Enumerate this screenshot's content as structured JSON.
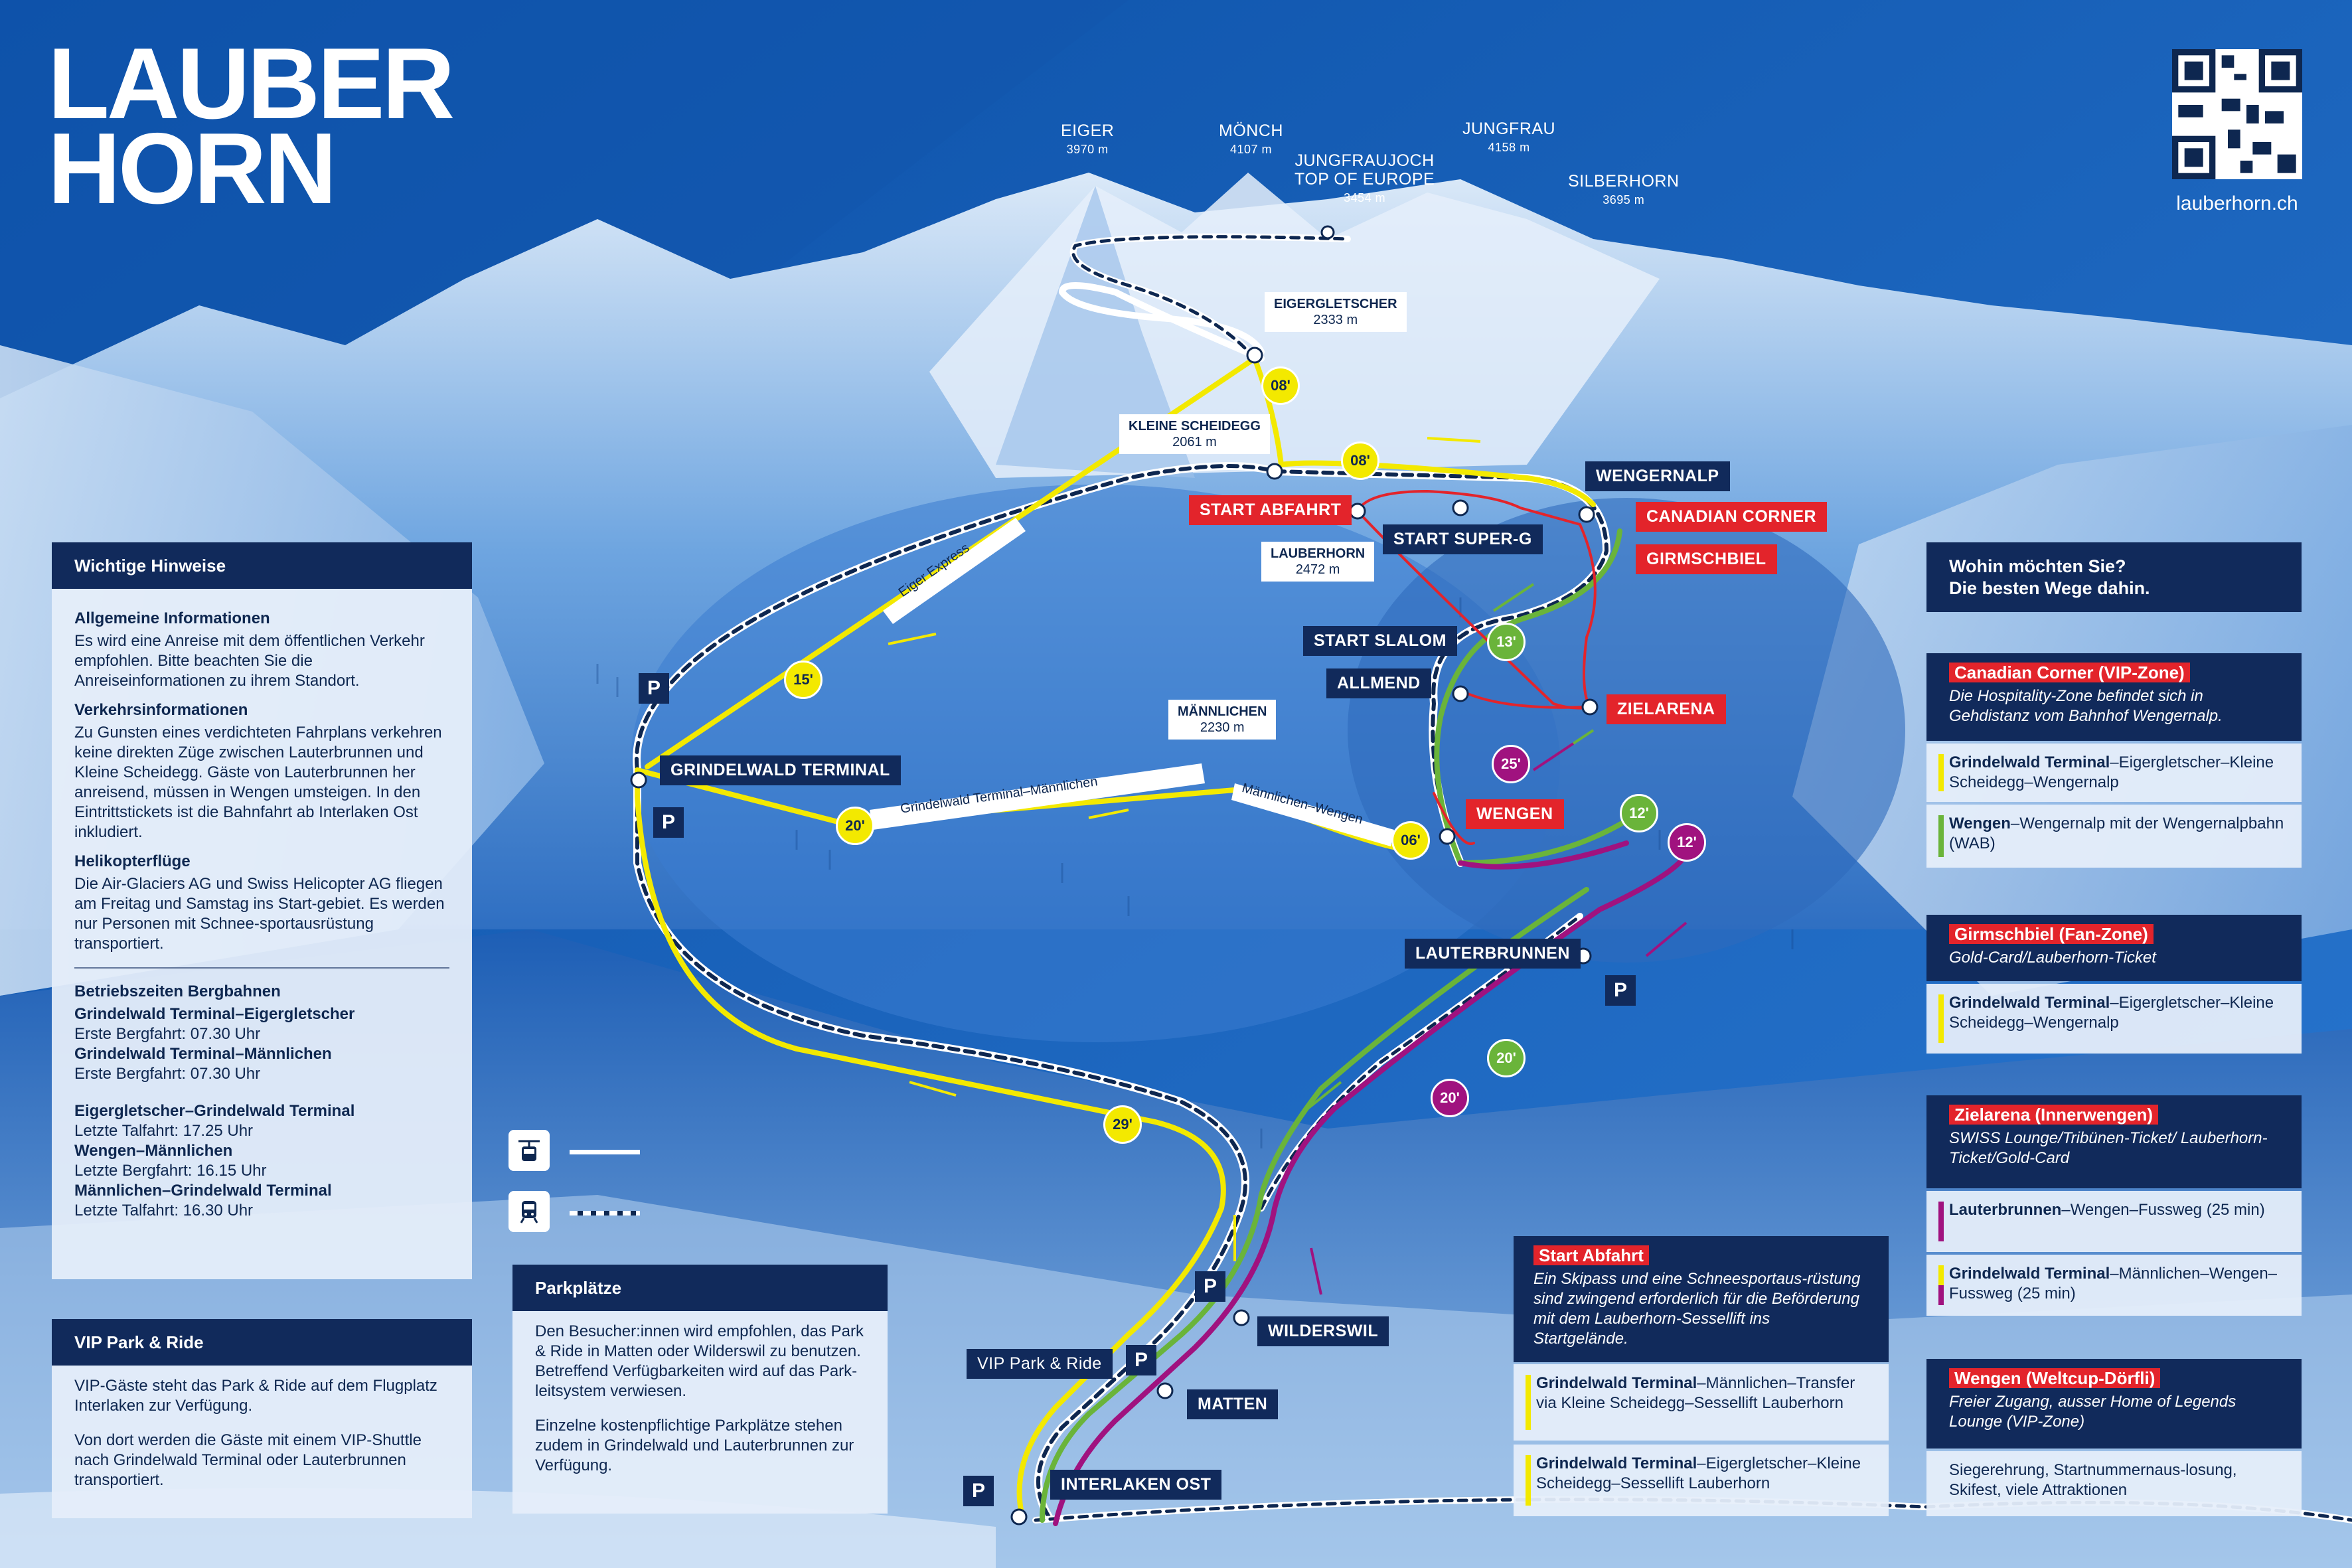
{
  "brand": {
    "line1": "LAUBER",
    "line2": "HORN",
    "website": "lauberhorn.ch"
  },
  "colors": {
    "yellow": "#f3e900",
    "green": "#6ab43a",
    "purple": "#a0127f",
    "red": "#e3242b",
    "navy": "#112a5b"
  },
  "peaks": [
    {
      "name": "EIGER",
      "elev": "3970 m"
    },
    {
      "name": "MÖNCH",
      "elev": "4107 m"
    },
    {
      "name": "JUNGFRAU",
      "elev": "4158 m"
    },
    {
      "name": "JUNGFRAUJOCH",
      "name2": "TOP OF EUROPE",
      "elev": "3454 m"
    },
    {
      "name": "SILBERHORN",
      "elev": "3695 m"
    }
  ],
  "stations": {
    "eigergletscher": {
      "name": "EIGERGLETSCHER",
      "elev": "2333 m"
    },
    "kleine_scheidegg": {
      "name": "KLEINE SCHEIDEGG",
      "elev": "2061 m"
    },
    "lauberhorn": {
      "name": "LAUBERHORN",
      "elev": "2472 m"
    },
    "maennlichen": {
      "name": "MÄNNLICHEN",
      "elev": "2230 m"
    }
  },
  "labels": {
    "start_abfahrt": "START ABFAHRT",
    "canadian_corner": "CANADIAN CORNER",
    "girmschbiel": "GIRMSCHBIEL",
    "zielarena": "ZIELARENA",
    "wengen_red": "WENGEN",
    "wengernalp": "WENGERNALP",
    "start_super_g": "START SUPER-G",
    "start_slalom": "START SLALOM",
    "allmend": "ALLMEND",
    "grindelwald_terminal": "GRINDELWALD TERMINAL",
    "lauterbrunnen": "LAUTERBRUNNEN",
    "wilderswil": "WILDERSWIL",
    "matten": "MATTEN",
    "interlaken_ost": "INTERLAKEN OST",
    "vip_park_ride": "VIP Park & Ride",
    "parking": "P"
  },
  "route_texts": {
    "eiger_express": "Eiger Express",
    "gw_maennlichen": "Grindelwald Terminal–Männlichen",
    "maennlichen_wengen": "Männlichen–Wengen"
  },
  "times": {
    "t08a": "08'",
    "t08b": "08'",
    "t15": "15'",
    "t20a": "20'",
    "t06": "06'",
    "t13": "13'",
    "t25": "25'",
    "t12g": "12'",
    "t12p": "12'",
    "t20g": "20'",
    "t20p": "20'",
    "t29": "29'"
  },
  "notes": {
    "title": "Wichtige Hinweise",
    "s1_title": "Allgemeine Informationen",
    "s1_text": "Es wird eine Anreise mit dem öffentlichen Verkehr empfohlen. Bitte beachten Sie die Anreiseinformationen zu ihrem Standort.",
    "s2_title": "Verkehrsinformationen",
    "s2_text": "Zu Gunsten eines verdichteten Fahrplans verkehren keine direkten Züge zwischen Lauterbrunnen und Kleine Scheidegg. Gäste von Lauterbrunnen her anreisend, müssen in Wengen umsteigen. In den Eintrittstickets ist die Bahnfahrt ab Interlaken Ost inkludiert.",
    "s3_title": "Helikopterflüge",
    "s3_text": "Die Air-Glaciers AG und Swiss Helicopter AG fliegen am Freitag und Samstag ins Start-gebiet. Es werden nur Personen mit Schnee-sportausrüstung transportiert.",
    "s4_title": "Betriebszeiten Bergbahnen",
    "h1": "Grindelwald Terminal–Eigergletscher",
    "h1t": "Erste Bergfahrt: 07.30 Uhr",
    "h2": "Grindelwald Terminal–Männlichen",
    "h2t": "Erste Bergfahrt: 07.30 Uhr",
    "h3": "Eigergletscher–Grindelwald Terminal",
    "h3t": "Letzte Talfahrt: 17.25 Uhr",
    "h4": "Wengen–Männlichen",
    "h4t": "Letzte Bergfahrt: 16.15 Uhr",
    "h5": "Männlichen–Grindelwald Terminal",
    "h5t": "Letzte Talfahrt: 16.30 Uhr"
  },
  "vip": {
    "title": "VIP Park & Ride",
    "p1": "VIP-Gäste steht das Park & Ride auf dem Flugplatz Interlaken zur Verfügung.",
    "p2": "Von dort werden die Gäste mit einem VIP-Shuttle nach Grindelwald Terminal oder Lauterbrunnen transportiert."
  },
  "parking": {
    "title": "Parkplätze",
    "p1": "Den Besucher:innen wird empfohlen, das Park & Ride in Matten oder Wilderswil zu benutzen. Betreffend Verfügbarkeiten wird auf das Park-leitsystem verwiesen.",
    "p2": "Einzelne kostenpflichtige Parkplätze stehen zudem in Grindelwald und Lauterbrunnen zur Verfügung."
  },
  "start_box": {
    "title": "Start Abfahrt",
    "desc": "Ein Skipass und eine Schneesportaus-rüstung sind zwingend erforderlich für die Beförderung mit dem Lauberhorn-Sessellift ins Startgelände.",
    "r1b": "Grindelwald Terminal",
    "r1": "–Männlichen–Transfer via Kleine Scheidegg–Sessellift Lauberhorn",
    "r2b": "Grindelwald Terminal",
    "r2": "–Eigergletscher–Kleine Scheidegg–Sessellift Lauberhorn"
  },
  "right": {
    "title": "Wohin möchten Sie?\nDie besten Wege dahin.",
    "cc_title": "Canadian Corner (VIP-Zone)",
    "cc_desc": "Die Hospitality-Zone befindet sich in Gehdistanz vom Bahnhof Wengernalp.",
    "cc_r1b": "Grindelwald Terminal",
    "cc_r1": "–Eigergletscher–Kleine Scheidegg–Wengernalp",
    "cc_r2b": "Wengen",
    "cc_r2": "–Wengernalp mit der Wengernalpbahn (WAB)",
    "gb_title": "Girmschbiel (Fan-Zone)",
    "gb_desc": "Gold-Card/Lauberhorn-Ticket",
    "gb_r1b": "Grindelwald Terminal",
    "gb_r1": "–Eigergletscher–Kleine Scheidegg–Wengernalp",
    "za_title": "Zielarena (Innerwengen)",
    "za_desc": "SWISS Lounge/Tribünen-Ticket/ Lauberhorn-Ticket/Gold-Card",
    "za_r1b": "Lauterbrunnen",
    "za_r1": "–Wengen–Fussweg (25 min)",
    "za_r2b": "Grindelwald Terminal",
    "za_r2": "–Männlichen–Wengen–Fussweg (25 min)",
    "wg_title": "Wengen (Weltcup-Dörfli)",
    "wg_desc": "Freier Zugang, ausser Home of Legends Lounge (VIP-Zone)",
    "wg_text": "Siegerehrung, Startnummernaus-losung, Skifest, viele Attraktionen"
  },
  "legend": {
    "gondola": "gondola-icon",
    "train": "train-icon"
  }
}
